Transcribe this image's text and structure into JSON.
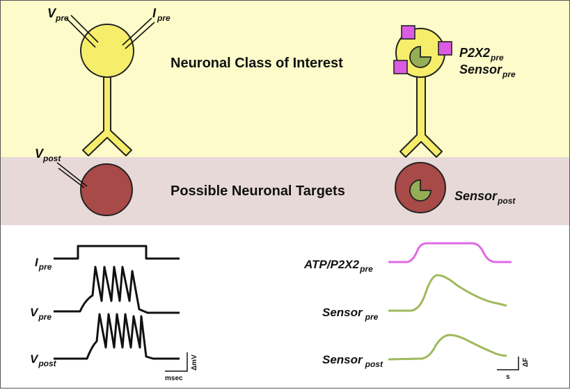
{
  "bands": {
    "top_color": "#fdfbc9",
    "middle_color": "#e8d9d9",
    "bottom_color": "#ffffff"
  },
  "colors": {
    "neuron_fill": "#f6ee6a",
    "neuron_stroke": "#222222",
    "target_fill": "#a84a47",
    "sensor_fill": "#95ad55",
    "p2x2_fill": "#dc5be3",
    "atp_trace": "#de6ae3",
    "sensor_trace": "#9fb95c",
    "ephys_trace": "#111111"
  },
  "labels": {
    "class_title": "Neuronal Class of Interest",
    "targets_title": "Possible Neuronal Targets"
  },
  "left_neuron": {
    "v_pre": {
      "main": "V",
      "sub": "pre"
    },
    "i_pre": {
      "main": "I",
      "sub": "pre"
    },
    "v_post": {
      "main": "V",
      "sub": "post"
    }
  },
  "right_neuron": {
    "p2x2_pre": {
      "main": "P2X2",
      "sub": "pre"
    },
    "sensor_pre": {
      "main": "Sensor",
      "sub": "pre"
    },
    "sensor_post": {
      "main": "Sensor",
      "sub": "post"
    }
  },
  "ephys_traces": {
    "i_pre": {
      "main": "I",
      "sub": "pre"
    },
    "v_pre": {
      "main": "V",
      "sub": "pre"
    },
    "v_post": {
      "main": "V",
      "sub": "post"
    },
    "scale_x": "msec",
    "scale_y": "ΔmV"
  },
  "imaging_traces": {
    "atp": {
      "main": "ATP/P2X2",
      "sub": "pre"
    },
    "sensor_pre": {
      "main": "Sensor",
      "sub": "pre"
    },
    "sensor_post": {
      "main": "Sensor",
      "sub": "post"
    },
    "scale_x": "s",
    "scale_y": "ΔF"
  },
  "icons": {
    "p2x2_receptor": "magenta-square",
    "sensor": "pacman-sector"
  }
}
